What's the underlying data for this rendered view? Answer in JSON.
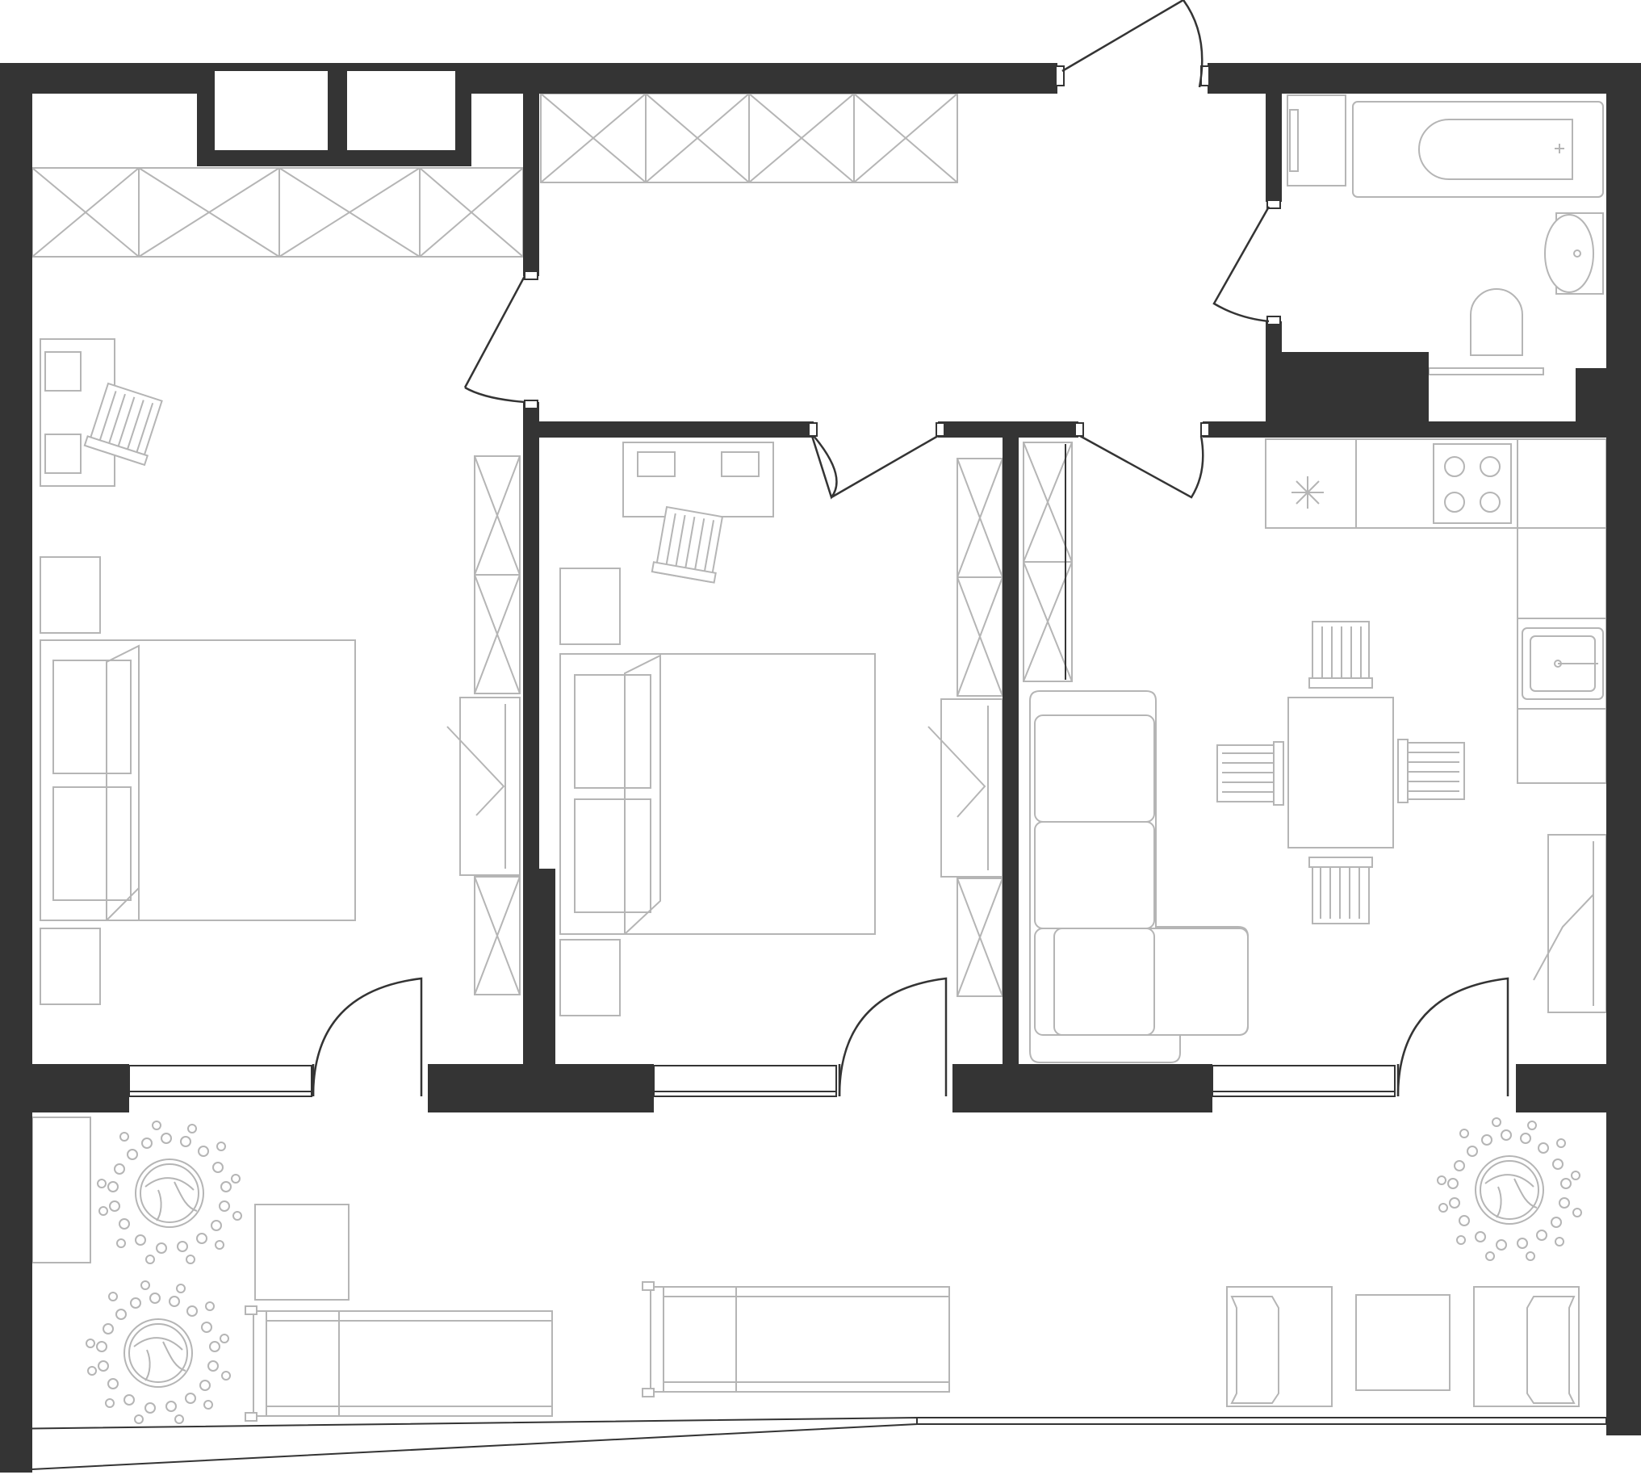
{
  "colors": {
    "wall": "#343434",
    "furniture": "#b5b5b5",
    "background": "#ffffff"
  },
  "rooms": [
    {
      "id": "bedroom-1",
      "furniture": [
        "wardrobe-icon",
        "desk-icon",
        "chair-icon",
        "nightstand-icon",
        "double-bed-icon",
        "cabinet-icon",
        "tv-icon"
      ]
    },
    {
      "id": "hallway",
      "furniture": [
        "wardrobe-icon",
        "entrance-door-icon"
      ]
    },
    {
      "id": "bathroom",
      "furniture": [
        "bathtub-icon",
        "sink-icon",
        "toilet-icon",
        "towel-rail-icon"
      ]
    },
    {
      "id": "bedroom-2",
      "furniture": [
        "desk-icon",
        "chair-icon",
        "nightstand-icon",
        "double-bed-icon",
        "cabinet-icon",
        "tv-icon"
      ]
    },
    {
      "id": "kitchen-living",
      "furniture": [
        "kitchen-counter-icon",
        "stove-icon",
        "sink-icon",
        "dining-table-icon",
        "chair-icon",
        "sofa-icon",
        "wardrobe-icon",
        "tv-icon"
      ]
    },
    {
      "id": "terrace",
      "furniture": [
        "plant-icon",
        "sun-lounger-icon",
        "side-table-icon",
        "armchair-icon"
      ]
    }
  ]
}
